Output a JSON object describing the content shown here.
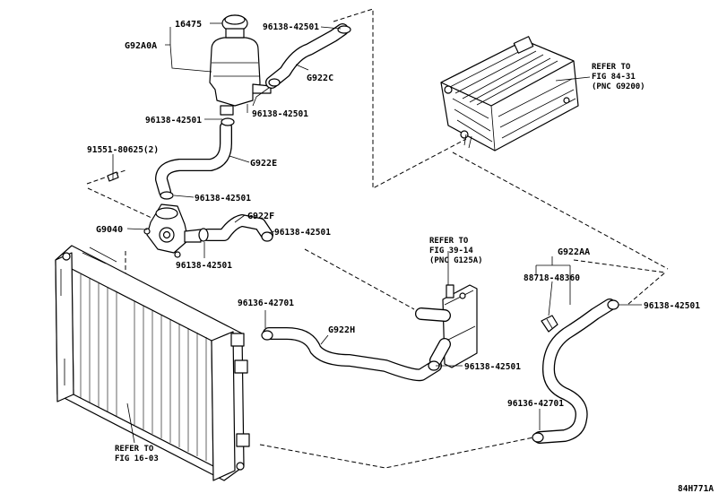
{
  "labels": {
    "p16475": "16475",
    "g92a0a": "G92A0A",
    "clamp_top": "96138-42501",
    "g922c": "G922C",
    "clamp_tank_left": "96138-42501",
    "clamp_tank_right": "96138-42501",
    "bolt": "91551-80625(2)",
    "g922e": "G922E",
    "clamp_e": "96138-42501",
    "g9040": "G9040",
    "g922f": "G922F",
    "clamp_f": "96138-42501",
    "clamp_pump": "96138-42501",
    "clamp_h_left": "96136-42701",
    "g922h": "G922H",
    "clamp_h_right": "96138-42501",
    "g922aa": "G922AA",
    "clip": "88718-48360",
    "clamp_aa_top": "96138-42501",
    "clamp_aa_bottom": "96136-42701",
    "diagram_code": "84H771A"
  },
  "refs": {
    "inverter": [
      "REFER TO",
      "FIG 84-31",
      "(PNC G9200)"
    ],
    "cooler": [
      "REFER TO",
      "FIG 39-14",
      "(PNC G125A)"
    ],
    "radiator": [
      "REFER TO",
      "FIG 16-03"
    ]
  }
}
